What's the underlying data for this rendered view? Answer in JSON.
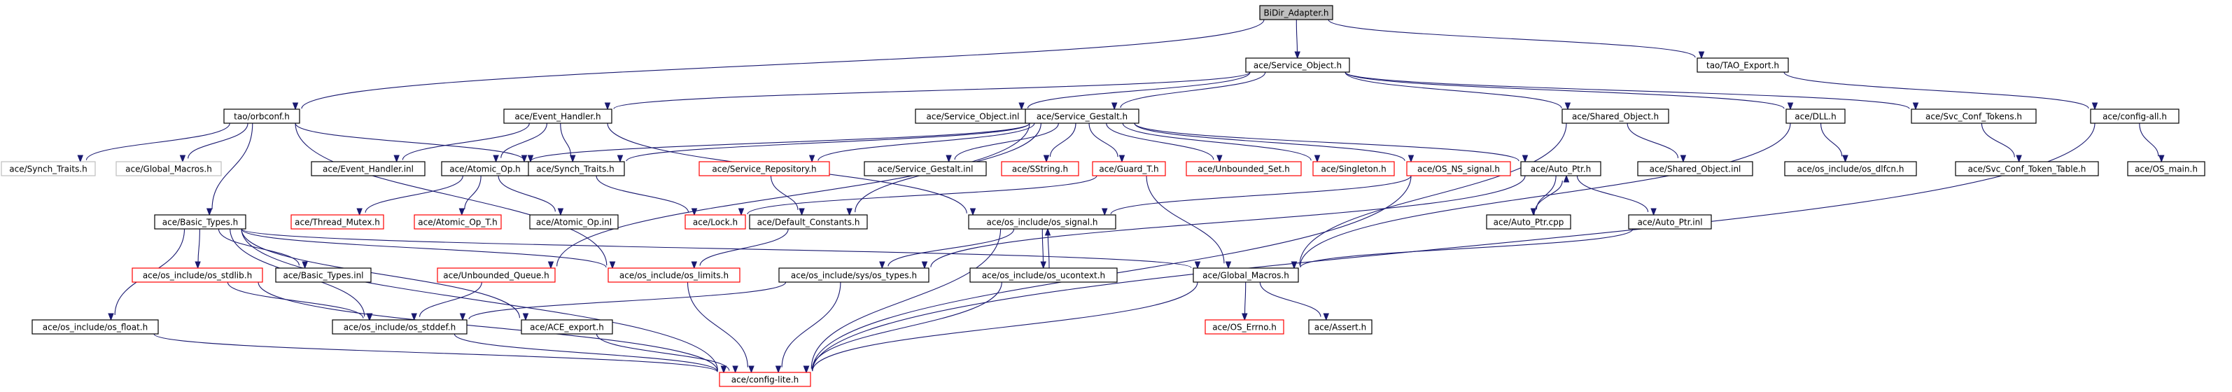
{
  "colors": {
    "edge": "#191970",
    "root_fill": "#bfbfbf",
    "border_black": "#000000",
    "border_red": "#ff0000",
    "border_grey": "#bfbfbf"
  },
  "nodes": [
    {
      "id": "bidir",
      "label": "BiDir_Adapter.h",
      "style": "root"
    },
    {
      "id": "service_object",
      "label": "ace/Service_Object.h",
      "style": "black"
    },
    {
      "id": "tao_export",
      "label": "tao/TAO_Export.h",
      "style": "black"
    },
    {
      "id": "orbconf",
      "label": "tao/orbconf.h",
      "style": "black"
    },
    {
      "id": "event_handler",
      "label": "ace/Event_Handler.h",
      "style": "black"
    },
    {
      "id": "service_object_inl",
      "label": "ace/Service_Object.inl",
      "style": "black"
    },
    {
      "id": "service_gestalt",
      "label": "ace/Service_Gestalt.h",
      "style": "black"
    },
    {
      "id": "shared_object",
      "label": "ace/Shared_Object.h",
      "style": "black"
    },
    {
      "id": "dll",
      "label": "ace/DLL.h",
      "style": "black"
    },
    {
      "id": "svc_conf_tokens",
      "label": "ace/Svc_Conf_Tokens.h",
      "style": "black"
    },
    {
      "id": "config_all",
      "label": "ace/config-all.h",
      "style": "black"
    },
    {
      "id": "synch_traits_grey",
      "label": "ace/Synch_Traits.h",
      "style": "grey"
    },
    {
      "id": "global_macros_grey",
      "label": "ace/Global_Macros.h",
      "style": "grey"
    },
    {
      "id": "event_handler_inl",
      "label": "ace/Event_Handler.inl",
      "style": "black"
    },
    {
      "id": "synch_traits",
      "label": "ace/Synch_Traits.h",
      "style": "black"
    },
    {
      "id": "service_repository",
      "label": "ace/Service_Repository.h",
      "style": "red"
    },
    {
      "id": "service_gestalt_inl",
      "label": "ace/Service_Gestalt.inl",
      "style": "black"
    },
    {
      "id": "sstring",
      "label": "ace/SString.h",
      "style": "red"
    },
    {
      "id": "guard_t",
      "label": "ace/Guard_T.h",
      "style": "red"
    },
    {
      "id": "unbounded_set",
      "label": "ace/Unbounded_Set.h",
      "style": "red"
    },
    {
      "id": "singleton",
      "label": "ace/Singleton.h",
      "style": "red"
    },
    {
      "id": "os_ns_signal",
      "label": "ace/OS_NS_signal.h",
      "style": "red"
    },
    {
      "id": "auto_ptr",
      "label": "ace/Auto_Ptr.h",
      "style": "black"
    },
    {
      "id": "shared_object_inl",
      "label": "ace/Shared_Object.inl",
      "style": "black"
    },
    {
      "id": "os_dlfcn",
      "label": "ace/os_include/os_dlfcn.h",
      "style": "black"
    },
    {
      "id": "svc_conf_token_table",
      "label": "ace/Svc_Conf_Token_Table.h",
      "style": "black"
    },
    {
      "id": "os_main",
      "label": "ace/OS_main.h",
      "style": "black"
    },
    {
      "id": "basic_types",
      "label": "ace/Basic_Types.h",
      "style": "black"
    },
    {
      "id": "atomic_op",
      "label": "ace/Atomic_Op.h",
      "style": "black"
    },
    {
      "id": "thread_mutex",
      "label": "ace/Thread_Mutex.h",
      "style": "red"
    },
    {
      "id": "atomic_op_t",
      "label": "ace/Atomic_Op_T.h",
      "style": "red"
    },
    {
      "id": "atomic_op_inl",
      "label": "ace/Atomic_Op.inl",
      "style": "black"
    },
    {
      "id": "lock",
      "label": "ace/Lock.h",
      "style": "red"
    },
    {
      "id": "default_constants",
      "label": "ace/Default_Constants.h",
      "style": "black"
    },
    {
      "id": "os_signal",
      "label": "ace/os_include/os_signal.h",
      "style": "black"
    },
    {
      "id": "auto_ptr_cpp",
      "label": "ace/Auto_Ptr.cpp",
      "style": "black"
    },
    {
      "id": "auto_ptr_inl",
      "label": "ace/Auto_Ptr.inl",
      "style": "black"
    },
    {
      "id": "os_stdlib",
      "label": "ace/os_include/os_stdlib.h",
      "style": "red"
    },
    {
      "id": "basic_types_inl",
      "label": "ace/Basic_Types.inl",
      "style": "black"
    },
    {
      "id": "unbounded_queue",
      "label": "ace/Unbounded_Queue.h",
      "style": "red"
    },
    {
      "id": "os_limits",
      "label": "ace/os_include/os_limits.h",
      "style": "red"
    },
    {
      "id": "os_types",
      "label": "ace/os_include/sys/os_types.h",
      "style": "black"
    },
    {
      "id": "os_ucontext",
      "label": "ace/os_include/os_ucontext.h",
      "style": "black"
    },
    {
      "id": "global_macros",
      "label": "ace/Global_Macros.h",
      "style": "black"
    },
    {
      "id": "os_float",
      "label": "ace/os_include/os_float.h",
      "style": "black"
    },
    {
      "id": "os_stddef",
      "label": "ace/os_include/os_stddef.h",
      "style": "black"
    },
    {
      "id": "ace_export",
      "label": "ace/ACE_export.h",
      "style": "black"
    },
    {
      "id": "os_errno",
      "label": "ace/OS_Errno.h",
      "style": "red"
    },
    {
      "id": "assert",
      "label": "ace/Assert.h",
      "style": "black"
    },
    {
      "id": "config_lite",
      "label": "ace/config-lite.h",
      "style": "red"
    }
  ],
  "edges": [
    [
      "bidir",
      "service_object"
    ],
    [
      "bidir",
      "tao_export"
    ],
    [
      "bidir",
      "orbconf"
    ],
    [
      "service_object",
      "event_handler"
    ],
    [
      "service_object",
      "service_object_inl"
    ],
    [
      "service_object",
      "service_gestalt"
    ],
    [
      "service_object",
      "shared_object"
    ],
    [
      "service_object",
      "dll"
    ],
    [
      "service_object",
      "svc_conf_tokens"
    ],
    [
      "tao_export",
      "config_all"
    ],
    [
      "orbconf",
      "synch_traits_grey"
    ],
    [
      "orbconf",
      "global_macros_grey"
    ],
    [
      "orbconf",
      "basic_types"
    ],
    [
      "orbconf",
      "synch_traits"
    ],
    [
      "orbconf",
      "os_limits"
    ],
    [
      "event_handler",
      "event_handler_inl"
    ],
    [
      "event_handler",
      "atomic_op"
    ],
    [
      "event_handler",
      "synch_traits"
    ],
    [
      "event_handler",
      "os_signal"
    ],
    [
      "service_gestalt",
      "synch_traits"
    ],
    [
      "service_gestalt",
      "atomic_op"
    ],
    [
      "service_gestalt",
      "service_repository"
    ],
    [
      "service_gestalt",
      "service_gestalt_inl"
    ],
    [
      "service_gestalt",
      "sstring"
    ],
    [
      "service_gestalt",
      "guard_t"
    ],
    [
      "service_gestalt",
      "unbounded_set"
    ],
    [
      "service_gestalt",
      "singleton"
    ],
    [
      "service_gestalt",
      "os_ns_signal"
    ],
    [
      "service_gestalt",
      "auto_ptr"
    ],
    [
      "service_gestalt",
      "default_constants"
    ],
    [
      "service_gestalt",
      "unbounded_queue"
    ],
    [
      "shared_object",
      "shared_object_inl"
    ],
    [
      "shared_object",
      "global_macros"
    ],
    [
      "dll",
      "os_dlfcn"
    ],
    [
      "dll",
      "global_macros"
    ],
    [
      "svc_conf_tokens",
      "svc_conf_token_table"
    ],
    [
      "config_all",
      "os_main"
    ],
    [
      "config_all",
      "config_lite"
    ],
    [
      "atomic_op",
      "thread_mutex"
    ],
    [
      "atomic_op",
      "atomic_op_t"
    ],
    [
      "atomic_op",
      "atomic_op_inl"
    ],
    [
      "synch_traits",
      "lock"
    ],
    [
      "service_repository",
      "default_constants"
    ],
    [
      "guard_t",
      "lock"
    ],
    [
      "guard_t",
      "global_macros"
    ],
    [
      "os_ns_signal",
      "os_signal"
    ],
    [
      "os_ns_signal",
      "config_lite"
    ],
    [
      "auto_ptr",
      "auto_ptr_cpp"
    ],
    [
      "auto_ptr",
      "auto_ptr_inl"
    ],
    [
      "auto_ptr",
      "os_types"
    ],
    [
      "auto_ptr_cpp",
      "auto_ptr"
    ],
    [
      "auto_ptr_inl",
      "global_macros"
    ],
    [
      "basic_types",
      "os_stdlib"
    ],
    [
      "basic_types",
      "basic_types_inl"
    ],
    [
      "basic_types",
      "os_float"
    ],
    [
      "basic_types",
      "os_stddef"
    ],
    [
      "basic_types",
      "os_limits"
    ],
    [
      "basic_types",
      "ace_export"
    ],
    [
      "basic_types",
      "global_macros"
    ],
    [
      "basic_types",
      "config_lite"
    ],
    [
      "default_constants",
      "os_limits"
    ],
    [
      "os_signal",
      "os_types"
    ],
    [
      "os_signal",
      "os_ucontext"
    ],
    [
      "os_signal",
      "config_lite"
    ],
    [
      "os_ucontext",
      "os_signal"
    ],
    [
      "os_ucontext",
      "config_lite"
    ],
    [
      "os_stdlib",
      "os_stddef"
    ],
    [
      "os_stdlib",
      "config_lite"
    ],
    [
      "unbounded_queue",
      "os_stddef"
    ],
    [
      "os_limits",
      "config_lite"
    ],
    [
      "os_types",
      "os_stddef"
    ],
    [
      "os_types",
      "config_lite"
    ],
    [
      "global_macros",
      "os_errno"
    ],
    [
      "global_macros",
      "assert"
    ],
    [
      "global_macros",
      "config_lite"
    ],
    [
      "os_float",
      "config_lite"
    ],
    [
      "os_stddef",
      "config_lite"
    ],
    [
      "ace_export",
      "config_lite"
    ]
  ]
}
